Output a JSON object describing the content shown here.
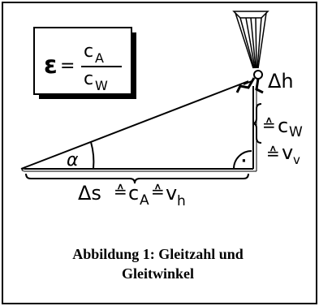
{
  "diagram": {
    "formula": {
      "lhs": "ε",
      "equals": "=",
      "numerator_base": "c",
      "numerator_sub": "A",
      "denominator_base": "c",
      "denominator_sub": "W"
    },
    "angle_label": "α",
    "delta_h": "Δh",
    "vertical_cw": {
      "corr": "≙",
      "base": "c",
      "sub": "W"
    },
    "vertical_vv": {
      "corr": "≙",
      "base": "v",
      "sub": "v"
    },
    "right_angle_dot": "·",
    "base_label": {
      "delta_s": "Δs",
      "corr1": "≙",
      "ca_base": "c",
      "ca_sub": "A",
      "corr2": "≙",
      "vh_base": "v",
      "vh_sub": "h"
    }
  },
  "caption": {
    "line1": "Abbildung 1: Gleitzahl und",
    "line2": "Gleitwinkel"
  }
}
